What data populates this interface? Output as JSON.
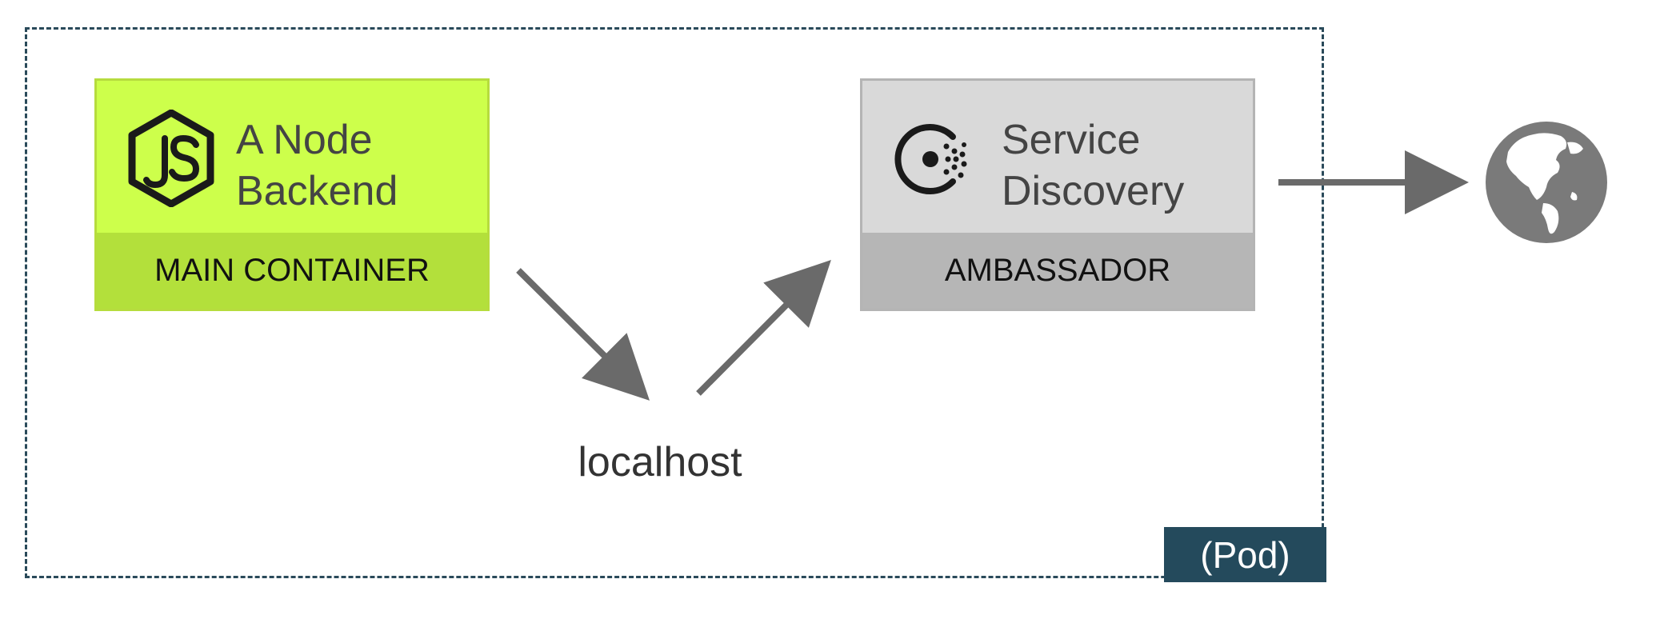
{
  "main_container": {
    "title_line1": "A Node",
    "title_line2": "Backend",
    "label": "MAIN CONTAINER",
    "icon": "nodejs-icon",
    "color_top": "#cdff4b",
    "color_bottom": "#b3e03b"
  },
  "ambassador": {
    "title_line1": "Service",
    "title_line2": "Discovery",
    "label": "AMBASSADOR",
    "icon": "consul-icon",
    "color_top": "#d9d9d9",
    "color_bottom": "#b6b6b6"
  },
  "connector_label": "localhost",
  "pod_label": "(Pod)",
  "external": {
    "icon": "globe-icon"
  },
  "colors": {
    "pod_border": "#2a4a5a",
    "pod_label_bg": "#244a5c",
    "arrow": "#6a6a6a"
  }
}
